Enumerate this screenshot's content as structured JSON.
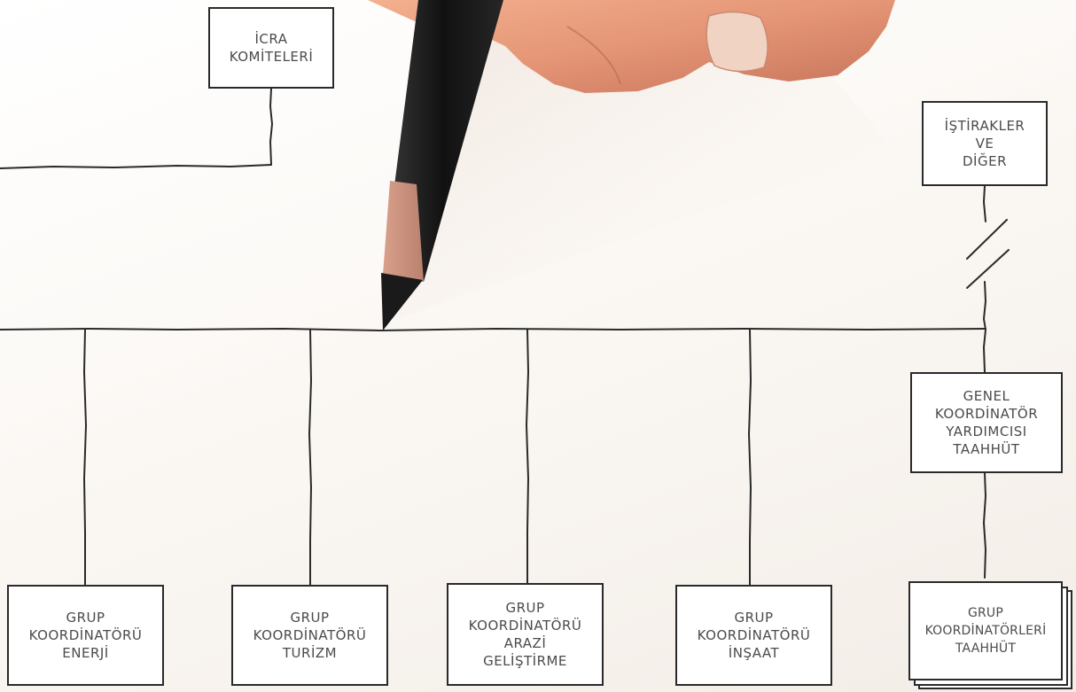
{
  "boxes": {
    "icra": {
      "lines": [
        "İCRA",
        "KOMİTELERİ"
      ]
    },
    "istirakler": {
      "lines": [
        "İŞTİRAKLER",
        "VE",
        "DİĞER"
      ]
    },
    "genel": {
      "lines": [
        "GENEL",
        "KOORDİNATÖR",
        "YARDIMCISI",
        "TAAHHÜT"
      ]
    },
    "enerji": {
      "lines": [
        "GRUP",
        "KOORDİNATÖRÜ",
        "ENERJİ"
      ]
    },
    "turizm": {
      "lines": [
        "GRUP",
        "KOORDİNATÖRÜ",
        "TURİZM"
      ]
    },
    "arazi": {
      "lines": [
        "GRUP",
        "KOORDİNATÖRÜ",
        "ARAZİ",
        "GELİŞTİRME"
      ]
    },
    "insaat": {
      "lines": [
        "GRUP",
        "KOORDİNATÖRÜ",
        "İNŞAAT"
      ]
    },
    "taahhut": {
      "lines": [
        "GRUP",
        "KOORDİNATÖRLERİ",
        "TAAHHÜT"
      ]
    }
  },
  "colors": {
    "line": "#2a2a2a",
    "text": "#4b4b4b",
    "box": "#ffffff"
  }
}
